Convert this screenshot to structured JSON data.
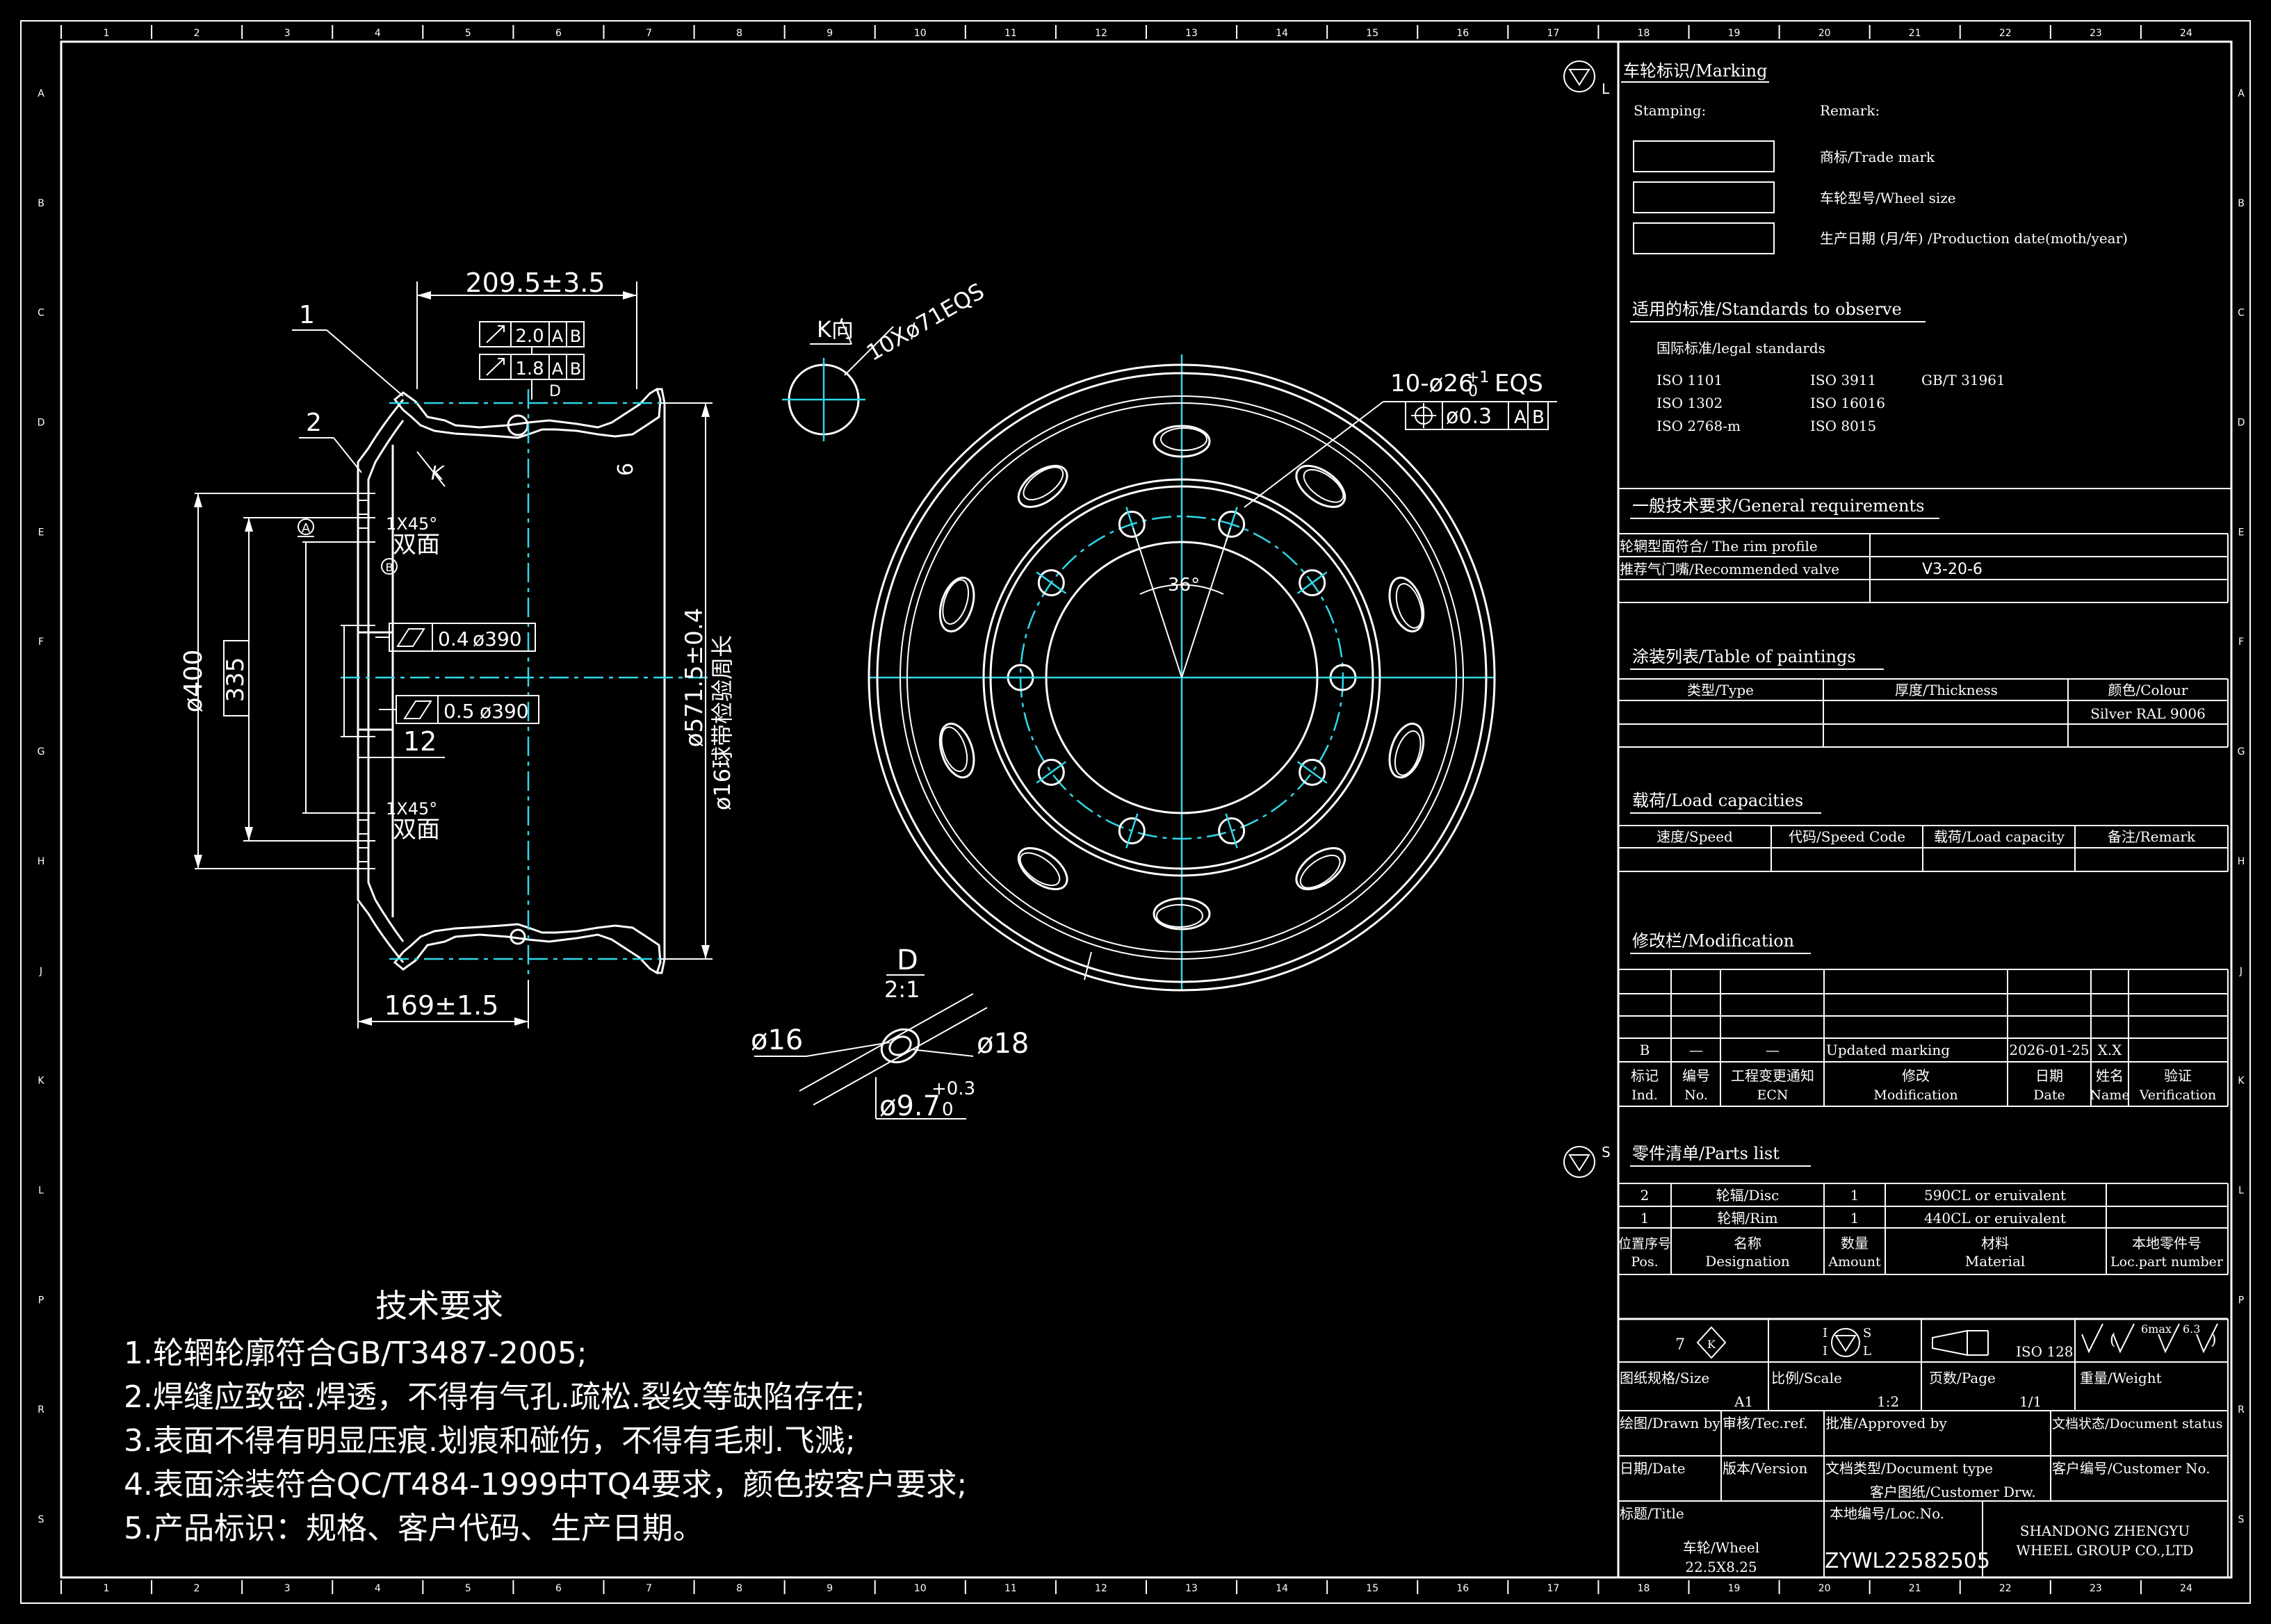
{
  "colors": {
    "background": "#000000",
    "line": "#ffffff",
    "centerline": "#2fd8e8",
    "frame": "#e6e6e6"
  },
  "grid": {
    "cols": [
      "1",
      "2",
      "3",
      "4",
      "5",
      "6",
      "7",
      "8",
      "9",
      "10",
      "11",
      "12",
      "13",
      "14",
      "15",
      "16",
      "17",
      "18",
      "19",
      "20",
      "21",
      "22",
      "23",
      "24"
    ],
    "rows": [
      "A",
      "B",
      "C",
      "D",
      "E",
      "F",
      "G",
      "H",
      "J",
      "K",
      "L",
      "P",
      "R",
      "S"
    ]
  },
  "section": {
    "dim_width": "209.5±3.5",
    "gdt1_val": "2.0",
    "gdt1_a": "A",
    "gdt1_b": "B",
    "gdt2_val": "1.8",
    "gdt2_a": "A",
    "gdt2_b": "B",
    "label_d": "D",
    "label_k": "K",
    "label_6": "6",
    "callout_1": "1",
    "callout_2": "2",
    "dim_400": "ø400",
    "dim_335": "335",
    "chamfer_top": "1X45°",
    "face_top": "双面",
    "chamfer_bot": "1X45°",
    "face_bot": "双面",
    "datum_a": "A",
    "datum_b": "B",
    "flat1": "0.4",
    "flat1_d": "ø390",
    "flat2": "0.5",
    "flat2_d": "ø390",
    "dim_12": "12",
    "dim_5715": "ø571.5±0.4",
    "dim_16": "ø16球带检验周长",
    "dim_169": "169±1.5"
  },
  "kview": {
    "title": "K向",
    "holes": "10Xø71EQS"
  },
  "detail": {
    "title": "D",
    "scale": "2:1",
    "d16": "ø16",
    "d18": "ø18",
    "d97": "ø9.7",
    "tol_up": "+0.3",
    "tol_lo": "0"
  },
  "front": {
    "bolt_holes": "10-ø26",
    "bolt_tol_up": "+1",
    "bolt_tol_lo": "0",
    "eqs": "EQS",
    "pos_tol": "ø0.3",
    "pos_a": "A",
    "pos_b": "B",
    "angle": "36°"
  },
  "tech": {
    "title": "技术要求",
    "items": [
      "1.轮辋轮廓符合GB/T3487-2005;",
      "2.焊缝应致密.焊透，不得有气孔.疏松.裂纹等缺陷存在;",
      "3.表面不得有明显压痕.划痕和碰伤，不得有毛刺.飞溅;",
      "4.表面涂装符合QC/T484-1999中TQ4要求，颜色按客户要求;",
      "5.产品标识：规格、客户代码、生产日期。"
    ]
  },
  "panel": {
    "marker_l": "L",
    "marker_s": "S",
    "marking_title": "车轮标识/Marking",
    "stamping": "Stamping:",
    "remark": "Remark:",
    "trademark": "商标/Trade mark",
    "wheel_size": "车轮型号/Wheel size",
    "prod_date": "生产日期 (月/年) /Production date(moth/year)",
    "std_title": "适用的标准/Standards to observe",
    "legal": "国际标准/legal standards",
    "standards": [
      "ISO 1101",
      "ISO 3911",
      "GB/T 31961",
      "ISO 1302",
      "ISO 16016",
      "ISO 2768-m",
      "ISO 8015"
    ],
    "gen_title": "一般技术要求/General requirements",
    "rim_profile": "轮辋型面符合/ The rim profile",
    "valve": "推荐气门嘴/Recommended valve",
    "valve_val": "V3-20-6",
    "paint_title": "涂装列表/Table of paintings",
    "paint_type": "类型/Type",
    "paint_thick": "厚度/Thickness",
    "paint_colour": "颜色/Colour",
    "paint_colour_val": "Silver RAL 9006",
    "load_title": "载荷/Load capacities",
    "load_speed": "速度/Speed",
    "load_code": "代码/Speed Code",
    "load_cap": "载荷/Load capacity",
    "load_remark": "备注/Remark",
    "mod_title": "修改栏/Modification",
    "mod_row": {
      "ind": "B",
      "no": "—",
      "ecn": "—",
      "mod": "Updated marking",
      "date": "2026-01-25",
      "name": "X.X"
    },
    "mod_h_ind": "标记",
    "mod_h_ind2": "Ind.",
    "mod_h_no": "编号",
    "mod_h_no2": "No.",
    "mod_h_ecn": "工程变更通知",
    "mod_h_ecn2": "ECN",
    "mod_h_mod": "修改",
    "mod_h_mod2": "Modification",
    "mod_h_date": "日期",
    "mod_h_date2": "Date",
    "mod_h_name": "姓名",
    "mod_h_name2": "Name",
    "mod_h_ver": "验证",
    "mod_h_ver2": "Verification",
    "parts_title": "零件清单/Parts list",
    "parts": [
      {
        "pos": "2",
        "name": "轮辐/Disc",
        "qty": "1",
        "mat": "590CL or eruivalent"
      },
      {
        "pos": "1",
        "name": "轮辋/Rim",
        "qty": "1",
        "mat": "440CL or eruivalent"
      }
    ],
    "ph_pos": "位置序号",
    "ph_pos2": "Pos.",
    "ph_name": "名称",
    "ph_name2": "Designation",
    "ph_qty": "数量",
    "ph_qty2": "Amount",
    "ph_mat": "材料",
    "ph_mat2": "Material",
    "ph_local": "本地零件号",
    "ph_local2": "Loc.part number",
    "sym_7": "7",
    "sym_k": "K",
    "sym_i1": "I",
    "sym_s": "S",
    "sym_i2": "I",
    "sym_l": "L",
    "iso128": "ISO 128",
    "rough1": "6max",
    "rough2": "6.3",
    "size_lbl": "图纸规格/Size",
    "size_val": "A1",
    "scale_lbl": "比例/Scale",
    "scale_val": "1:2",
    "page_lbl": "页数/Page",
    "page_val": "1/1",
    "weight_lbl": "重量/Weight",
    "drawn_lbl": "绘图/Drawn by",
    "tec_lbl": "审核/Tec.ref.",
    "appr_lbl": "批准/Approved by",
    "status_lbl": "文档状态/Document status",
    "date_lbl": "日期/Date",
    "ver_lbl": "版本/Version",
    "doctype_lbl": "文档类型/Document type",
    "doctype_val": "客户图纸/Customer Drw.",
    "cust_lbl": "客户编号/Customer No.",
    "title_lbl": "标题/Title",
    "title_val1": "车轮/Wheel",
    "title_val2": "22.5X8.25",
    "loc_lbl": "本地编号/Loc.No.",
    "loc_val": "ZYWL22582505",
    "company1": "SHANDONG ZHENGYU",
    "company2": "WHEEL GROUP CO.,LTD"
  }
}
